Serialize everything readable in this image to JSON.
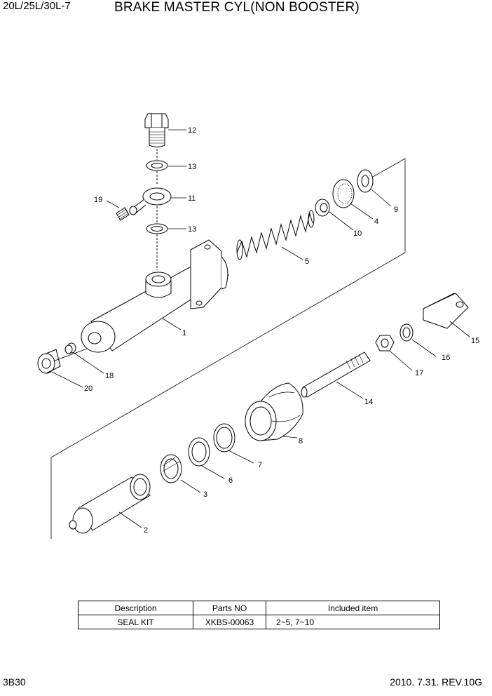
{
  "header": {
    "model": "20L/25L/30L-7",
    "title": "BRAKE MASTER CYL(NON BOOSTER)"
  },
  "callouts": [
    "1",
    "2",
    "3",
    "4",
    "5",
    "6",
    "7",
    "8",
    "9",
    "10",
    "11",
    "12",
    "13",
    "13",
    "14",
    "15",
    "16",
    "17",
    "18",
    "19",
    "20"
  ],
  "kit_table": {
    "headers": [
      "Description",
      "Parts NO",
      "Included item"
    ],
    "rows": [
      [
        "SEAL KIT",
        "XKBS-00063",
        "2~5, 7~10"
      ]
    ]
  },
  "footer": {
    "page_code": "3B30",
    "revision": "2010. 7.31.  REV.10G"
  }
}
